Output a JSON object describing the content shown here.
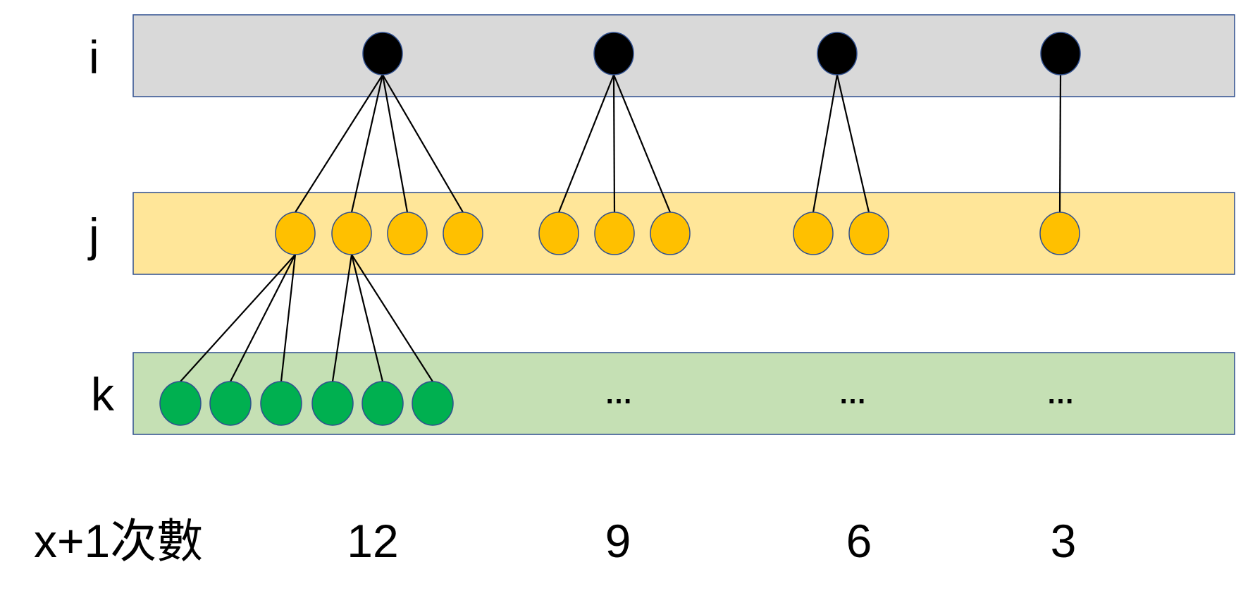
{
  "rows": {
    "i": {
      "label": "i",
      "fill": "#d9d9d9"
    },
    "j": {
      "label": "j",
      "fill": "#ffe699"
    },
    "k": {
      "label": "k",
      "fill": "#c5e0b4"
    }
  },
  "colors": {
    "i_node": "#000000",
    "j_node": "#ffc000",
    "k_node": "#00b050",
    "edge": "#000000",
    "outline": "#2f4f8f"
  },
  "ellipsis": [
    "…",
    "…",
    "…"
  ],
  "footer": {
    "label": "x+1次數",
    "counts": [
      "12",
      "9",
      "6",
      "3"
    ]
  },
  "tree": {
    "i_children_counts": [
      4,
      3,
      2,
      1
    ],
    "expanded_j_children_counts": [
      3,
      3
    ]
  }
}
